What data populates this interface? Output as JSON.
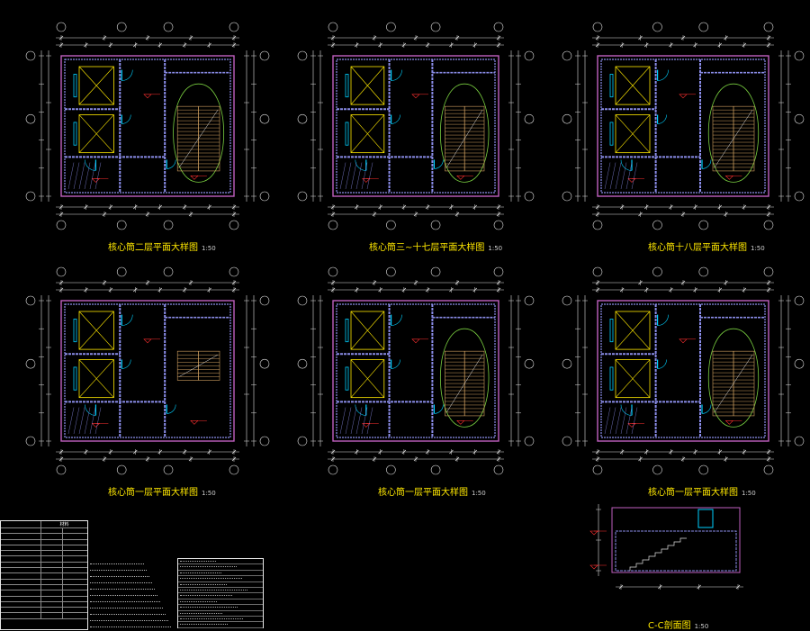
{
  "sheet": {
    "background": "#000000",
    "colors": {
      "wall": "#8a8ce8",
      "frame": "#c060c0",
      "dim": "#e0e0e0",
      "elevator": "#ffe800",
      "door": "#00d0ff",
      "stair": "#d0a060",
      "zone": "#7ad040",
      "level": "#ff3030",
      "title": "#ffe800"
    }
  },
  "plans": [
    {
      "id": "plan-1",
      "title": "核心筒二层平面大样图",
      "scale": "1:50",
      "stair": "full",
      "zone_loop": true
    },
    {
      "id": "plan-2",
      "title": "核心筒三~十七层平面大样图",
      "scale": "1:50",
      "stair": "full",
      "zone_loop": true
    },
    {
      "id": "plan-3",
      "title": "核心筒十八层平面大样图",
      "scale": "1:50",
      "stair": "full",
      "zone_loop": true
    },
    {
      "id": "plan-4",
      "title": "核心筒一层平面大样图",
      "scale": "1:50",
      "stair": "short",
      "zone_loop": false
    },
    {
      "id": "plan-5",
      "title": "核心筒一层平面大样图",
      "scale": "1:50",
      "stair": "full",
      "zone_loop": true
    },
    {
      "id": "plan-6",
      "title": "核心筒一层平面大样图",
      "scale": "1:50",
      "stair": "full",
      "zone_loop": true
    }
  ],
  "section": {
    "title": "C-C剖面图",
    "scale": "1:50"
  },
  "legend": {
    "header": [
      "",
      "材料"
    ],
    "rows": [
      [
        "",
        "",
        ""
      ],
      [
        "",
        "",
        ""
      ],
      [
        "",
        "",
        ""
      ],
      [
        "",
        "",
        ""
      ],
      [
        "",
        "",
        ""
      ],
      [
        "",
        "",
        ""
      ],
      [
        "",
        "",
        ""
      ],
      [
        "",
        "",
        ""
      ],
      [
        "",
        "",
        ""
      ],
      [
        "",
        "",
        ""
      ],
      [
        "",
        "",
        ""
      ],
      [
        "",
        "",
        ""
      ],
      [
        "",
        "",
        ""
      ],
      [
        "",
        "",
        ""
      ],
      [
        "",
        "",
        ""
      ],
      [
        "",
        "",
        ""
      ]
    ]
  },
  "notes_lines": 12,
  "right_table_rows": 12
}
